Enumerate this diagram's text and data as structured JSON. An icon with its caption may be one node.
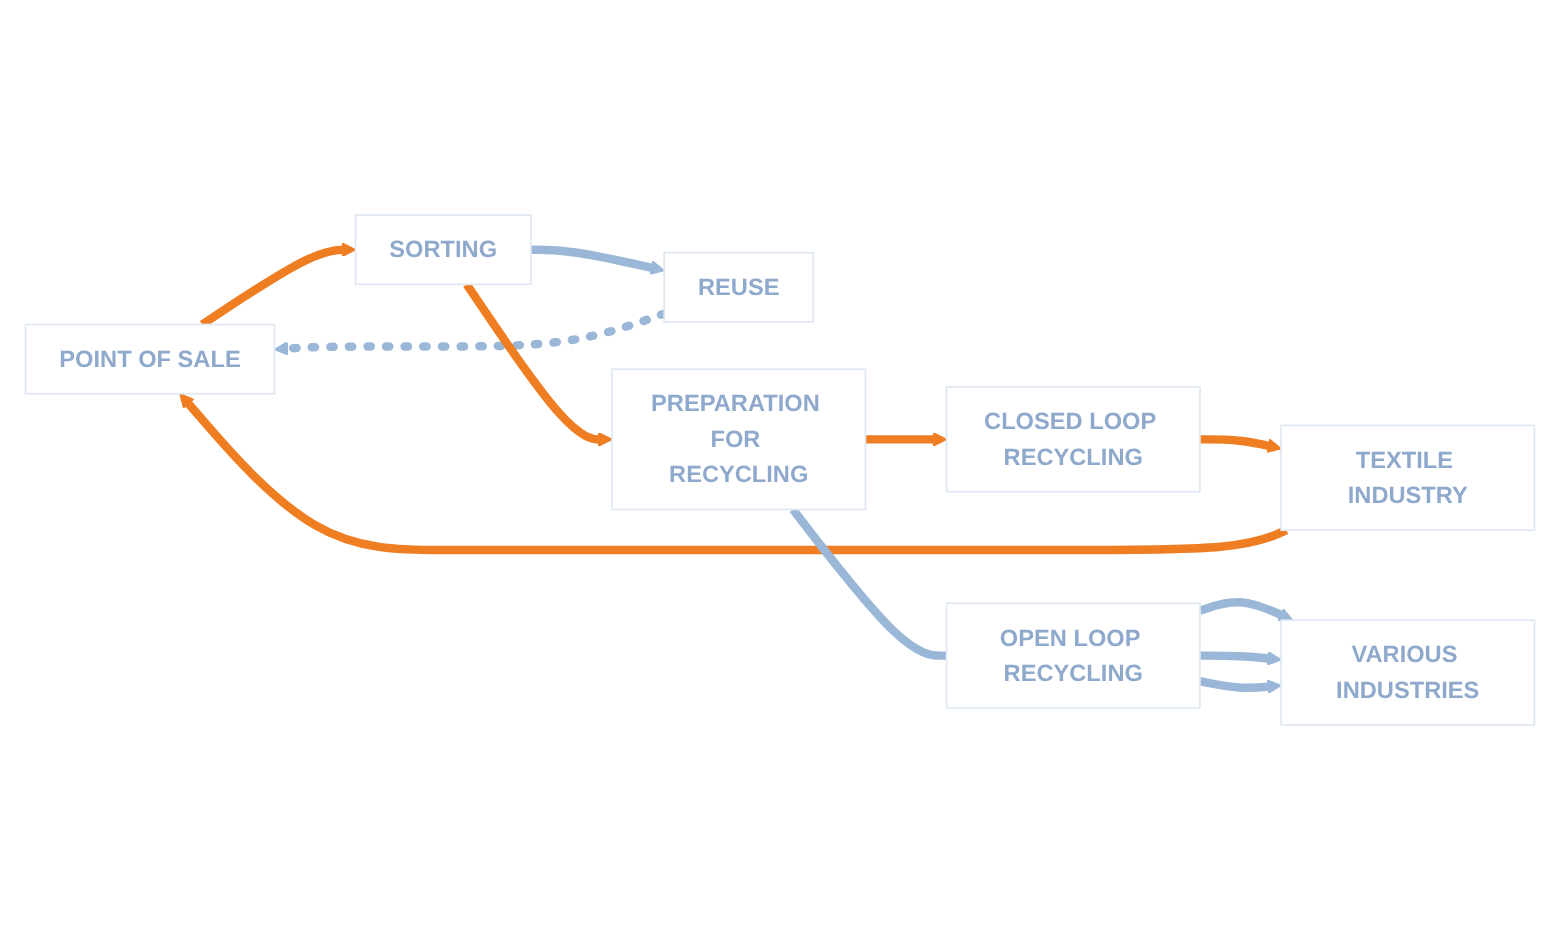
{
  "diagram": {
    "nodes": [
      {
        "text": [
          "POINT OF SALE"
        ]
      },
      {
        "text": [
          "VARIOUS INDUSTRIES"
        ]
      },
      {
        "text": [
          "TEXTILE INDUSTRY"
        ]
      },
      {
        "text": [
          "SORTING"
        ]
      },
      {
        "text": [
          "REUSE"
        ]
      },
      {
        "text": [
          "CLOSED LOOP RECYCLING"
        ]
      },
      {
        "text": [
          "PREPARATION FOR RECYCLING"
        ]
      },
      {
        "text": [
          "OPEN LOOP RECYCLING"
        ]
      }
    ],
    "edges": [
      {
        "from": 2,
        "to": 0,
        "arrow": "to",
        "color": "#ef7d22"
      },
      {
        "from": 0,
        "to": 3,
        "arrow": "to",
        "color": "#ef7d22"
      },
      {
        "from": 3,
        "to": 4,
        "arrow": "to",
        "color": "#9bb7d8"
      },
      {
        "from": 4,
        "to": 0,
        "arrow": "to",
        "style": "dashed",
        "color": "#9bb7d8"
      },
      {
        "from": 3,
        "to": 6,
        "arrow": "to",
        "color": "#ef7d22"
      },
      {
        "from": 6,
        "to": 5,
        "arrow": "to",
        "color": "#ef7d22"
      },
      {
        "from": 5,
        "to": 2,
        "arrow": "to",
        "color": "#ef7d22"
      },
      {
        "from": 6,
        "to": 7,
        "arrow": "none",
        "color": "#9bb7d8"
      },
      {
        "from": 7,
        "to": 1,
        "arrow": "to",
        "color": "#9bb7d8"
      },
      {
        "from": 7,
        "to": 1,
        "arrow": "to",
        "color": "#9bb7d8"
      },
      {
        "from": 7,
        "to": 1,
        "arrow": "to",
        "color": "#9bb7d8"
      }
    ]
  }
}
